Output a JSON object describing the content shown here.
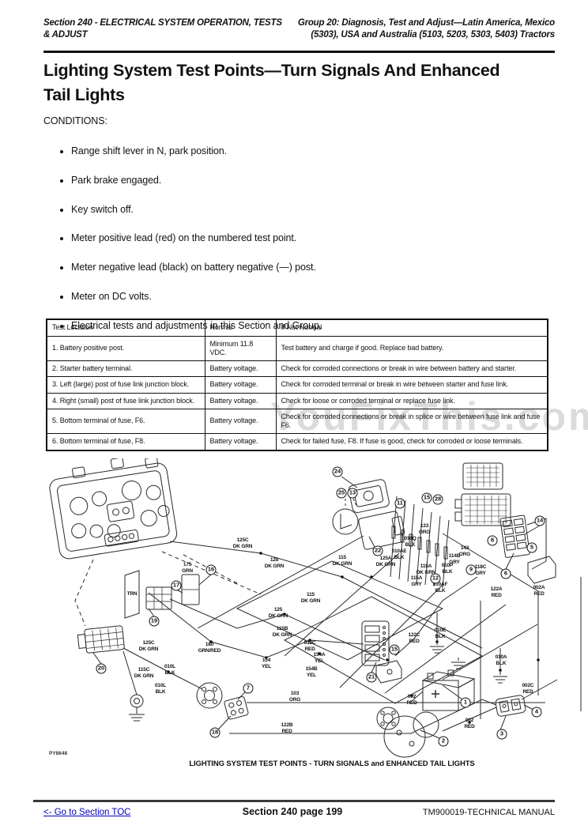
{
  "header": {
    "left": "Section 240 - ELECTRICAL SYSTEM OPERATION, TESTS & ADJUST",
    "right": "Group 20: Diagnosis, Test and Adjust—Latin America, Mexico (5303), USA and Australia (5103, 5203, 5303, 5403) Tractors"
  },
  "title": "Lighting System Test Points—Turn Signals And Enhanced Tail Lights",
  "conditions_label": "CONDITIONS:",
  "conditions": [
    "Range shift lever in N, park position.",
    "Park brake engaged.",
    "Key switch off.",
    "Meter positive lead (red) on the numbered test point.",
    "Meter negative lead (black) on battery negative (—) post.",
    "Meter on DC volts.",
    "Electrical tests and adjustments in this Section and Group."
  ],
  "table": {
    "headers": [
      "Test Location",
      "Normal",
      "If Not Normal"
    ],
    "rows": [
      [
        "1. Battery positive post.",
        "Minimum 11.8 VDC.",
        "Test battery and charge if good. Replace bad battery."
      ],
      [
        "2. Starter battery terminal.",
        "Battery voltage.",
        "Check for corroded connections or break in wire between battery and starter."
      ],
      [
        "3. Left (large) post of fuse link junction block.",
        "Battery voltage.",
        "Check for corroded terminal or break in wire between starter and fuse link."
      ],
      [
        "4. Right (small) post of fuse link junction block.",
        "Battery voltage.",
        "Check for loose or corroded terminal or replace fuse link."
      ],
      [
        "5. Bottom terminal of fuse, F6.",
        "Battery voltage.",
        "Check for corroded connections or break in splice or wire between fuse link and fuse F6."
      ],
      [
        "6. Bottom terminal of fuse, F8.",
        "Battery voltage.",
        "Check for failed fuse, F8. If fuse is good, check for corroded or loose terminals."
      ]
    ]
  },
  "watermark": "YouFixThis.com",
  "diagram": {
    "figure_id": "PY8648",
    "caption": "LIGHTING SYSTEM TEST POINTS - TURN SIGNALS and ENHANCED TAIL LIGHTS",
    "labels": [
      "125C\nDK GRN",
      "175\nGRN",
      "128\nDK GRN",
      "115\nDK GRN",
      "115\nDK GRN",
      "125\nDK GRN",
      "115B\nDK GRN",
      "032C\nRED",
      "180\nGRN/RED",
      "154\nYEL",
      "154A\nYEL",
      "154B\nYEL",
      "125C\nDK GRN",
      "115C\nDK GRN",
      "010L\nBLK",
      "010L\nBLK",
      "103\nORG",
      "122B\nRED",
      "010Q\nBLK",
      "010AE\nBLK",
      "125A\nDK GRN",
      "115A\nDK GRN",
      "115A\nGRY",
      "133\nORG",
      "143\nORG",
      "114B\nGRY",
      "010P\nBLK",
      "010AF\nBLK",
      "118C\nGRY",
      "122A\nRED",
      "002A\nRED",
      "122C\nRED",
      "010E\nBLK",
      "010A\nBLK",
      "002\nRED",
      "002\nRED",
      "002C\nRED",
      "TRN"
    ],
    "callouts": [
      "24",
      "25",
      "13",
      "11",
      "15",
      "28",
      "22",
      "12",
      "9",
      "14",
      "8",
      "5",
      "6",
      "16",
      "17",
      "19",
      "20",
      "18",
      "7",
      "21",
      "15",
      "1",
      "2",
      "3",
      "4"
    ]
  },
  "footer": {
    "toc_link": "<- Go to Section TOC",
    "page": "Section 240 page 199",
    "manual": "TM900019-TECHNICAL MANUAL"
  }
}
